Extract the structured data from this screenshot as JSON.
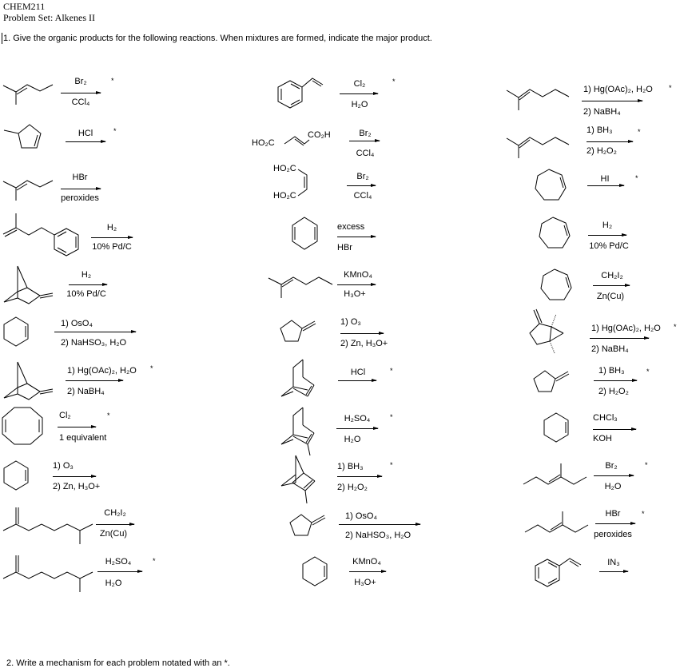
{
  "header": {
    "course": "CHEM211",
    "title": "Problem Set: Alkenes II"
  },
  "question1": "1. Give the organic products for the following reactions.  When mixtures are formed, indicate the major product.",
  "question2": "2. Write a mechanism for each problem notated with an *.",
  "mechanism_marker": "*",
  "column1": [
    {
      "substrate": "2-methyl-2-pentene",
      "above": "Br₂",
      "below": "CCl₄",
      "starred": true
    },
    {
      "substrate": "3-methylcyclopentene",
      "above": "HCl",
      "below": "",
      "starred": true
    },
    {
      "substrate": "2-methyl-2-pentene",
      "above": "HBr",
      "below": "peroxides",
      "starred": false
    },
    {
      "substrate": "2-methyl-4-phenyl-1-butene",
      "above": "H₂",
      "below": "10% Pd/C",
      "starred": false
    },
    {
      "substrate": "2-methylenenorbornane",
      "above": "H₂",
      "below": "10% Pd/C",
      "starred": false
    },
    {
      "substrate": "cyclohexene",
      "above": "1) OsO₄",
      "below": "2) NaHSO₃, H₂O",
      "starred": false
    },
    {
      "substrate": "2-methylenenorbornane",
      "above": "1) Hg(OAc)₂, H₂O",
      "below": "2) NaBH₄",
      "starred": true
    },
    {
      "substrate": "1,5-cyclooctadiene",
      "above": "Cl₂",
      "below": "1 equivalent",
      "starred": true
    },
    {
      "substrate": "cyclohexene",
      "above": "1) O₃",
      "below": "2) Zn, H₃O+",
      "starred": false
    },
    {
      "substrate": "2,7-dimethyl-1-octene",
      "above": "CH₂I₂",
      "below": "Zn(Cu)",
      "starred": false
    },
    {
      "substrate": "2,7-dimethyl-1-octene",
      "above": "H₂SO₄",
      "below": "H₂O",
      "starred": true
    }
  ],
  "column2": [
    {
      "substrate": "styrene",
      "above": "Cl₂",
      "below": "H₂O",
      "starred": true
    },
    {
      "substrate": "fumaric acid",
      "above": "Br₂",
      "below": "CCl₄",
      "starred": false,
      "labels": [
        "HO₂C",
        "CO₂H"
      ]
    },
    {
      "substrate": "maleic acid",
      "above": "Br₂",
      "below": "CCl₄",
      "starred": false,
      "labels": [
        "HO₂C",
        "HO₂C"
      ]
    },
    {
      "substrate": "1,4-cyclohexadiene",
      "above": "excess",
      "below": "HBr",
      "starred": false
    },
    {
      "substrate": "2-methyl-2-hexene",
      "above": "KMnO₄",
      "below": "H₃O+",
      "starred": false
    },
    {
      "substrate": "methylenecyclopentane",
      "above": "1) O₃",
      "below": "2) Zn, H₃O+",
      "starred": false
    },
    {
      "substrate": "bicyclo[2.2.2]octene",
      "above": "HCl",
      "below": "",
      "starred": true
    },
    {
      "substrate": "2-methylbicyclo[2.2.2]octene",
      "above": "H₂SO₄",
      "below": "H₂O",
      "starred": true
    },
    {
      "substrate": "2-methylnorbornene",
      "above": "1) BH₃",
      "below": "2) H₂O₂",
      "starred": true
    },
    {
      "substrate": "methylenecyclopentane",
      "above": "1) OsO₄",
      "below": "2) NaHSO₃, H₂O",
      "starred": false
    },
    {
      "substrate": "cyclohexene",
      "above": "KMnO₄",
      "below": "H₃O+",
      "starred": false
    }
  ],
  "column3": [
    {
      "substrate": "2-methyl-2-hexene",
      "above": "1) Hg(OAc)₂, H₂O",
      "below": "2) NaBH₄",
      "starred": true
    },
    {
      "substrate": "2-methyl-2-hexene",
      "above": "1) BH₃",
      "below": "2) H₂O₂",
      "starred": true
    },
    {
      "substrate": "cycloheptene",
      "above": "HI",
      "below": "",
      "starred": true
    },
    {
      "substrate": "cycloheptene",
      "above": "H₂",
      "below": "10% Pd/C",
      "starred": false
    },
    {
      "substrate": "cycloheptene",
      "above": "CH₂I₂",
      "below": "Zn(Cu)",
      "starred": false
    },
    {
      "substrate": "methylene bicyclo[3.1.0]hexane",
      "above": "1) Hg(OAc)₂, H₂O",
      "below": "2) NaBH₄",
      "starred": true
    },
    {
      "substrate": "methylenecyclopentane",
      "above": "1) BH₃",
      "below": "2) H₂O₂",
      "starred": true
    },
    {
      "substrate": "cyclohexene",
      "above": "CHCl₃",
      "below": "KOH",
      "starred": false
    },
    {
      "substrate": "3-methyl-3-hexene",
      "above": "Br₂",
      "below": "H₂O",
      "starred": true
    },
    {
      "substrate": "3-methyl-3-hexene",
      "above": "HBr",
      "below": "peroxides",
      "starred": true
    },
    {
      "substrate": "styrene",
      "above": "IN₃",
      "below": "",
      "starred": false
    }
  ]
}
